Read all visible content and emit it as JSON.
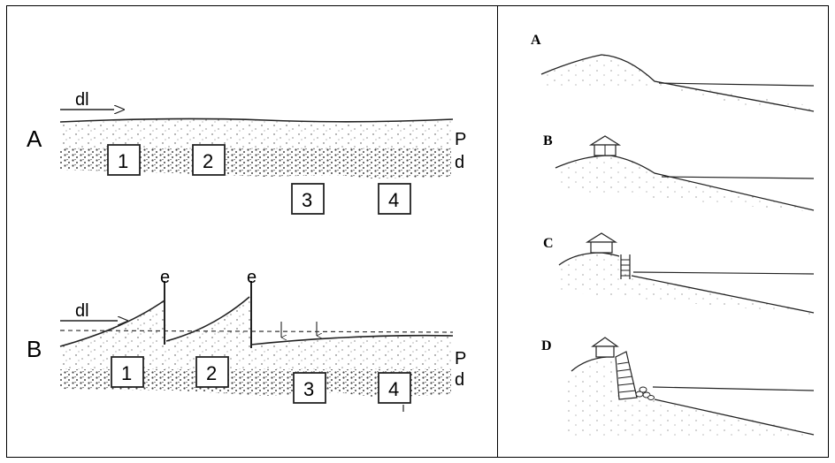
{
  "left_panel": {
    "diagram_a": {
      "label": "A",
      "drift_label": "dl",
      "boxes": [
        "1",
        "2",
        "3",
        "4"
      ],
      "right_labels": [
        "P",
        "d"
      ]
    },
    "diagram_b": {
      "label": "B",
      "drift_label": "dl",
      "structure_labels": [
        "e",
        "e"
      ],
      "boxes": [
        "1",
        "2",
        "3",
        "4"
      ],
      "right_labels": [
        "P",
        "d"
      ]
    }
  },
  "right_panel": {
    "stages": [
      {
        "label": "A"
      },
      {
        "label": "B"
      },
      {
        "label": "C"
      },
      {
        "label": "D"
      }
    ]
  }
}
